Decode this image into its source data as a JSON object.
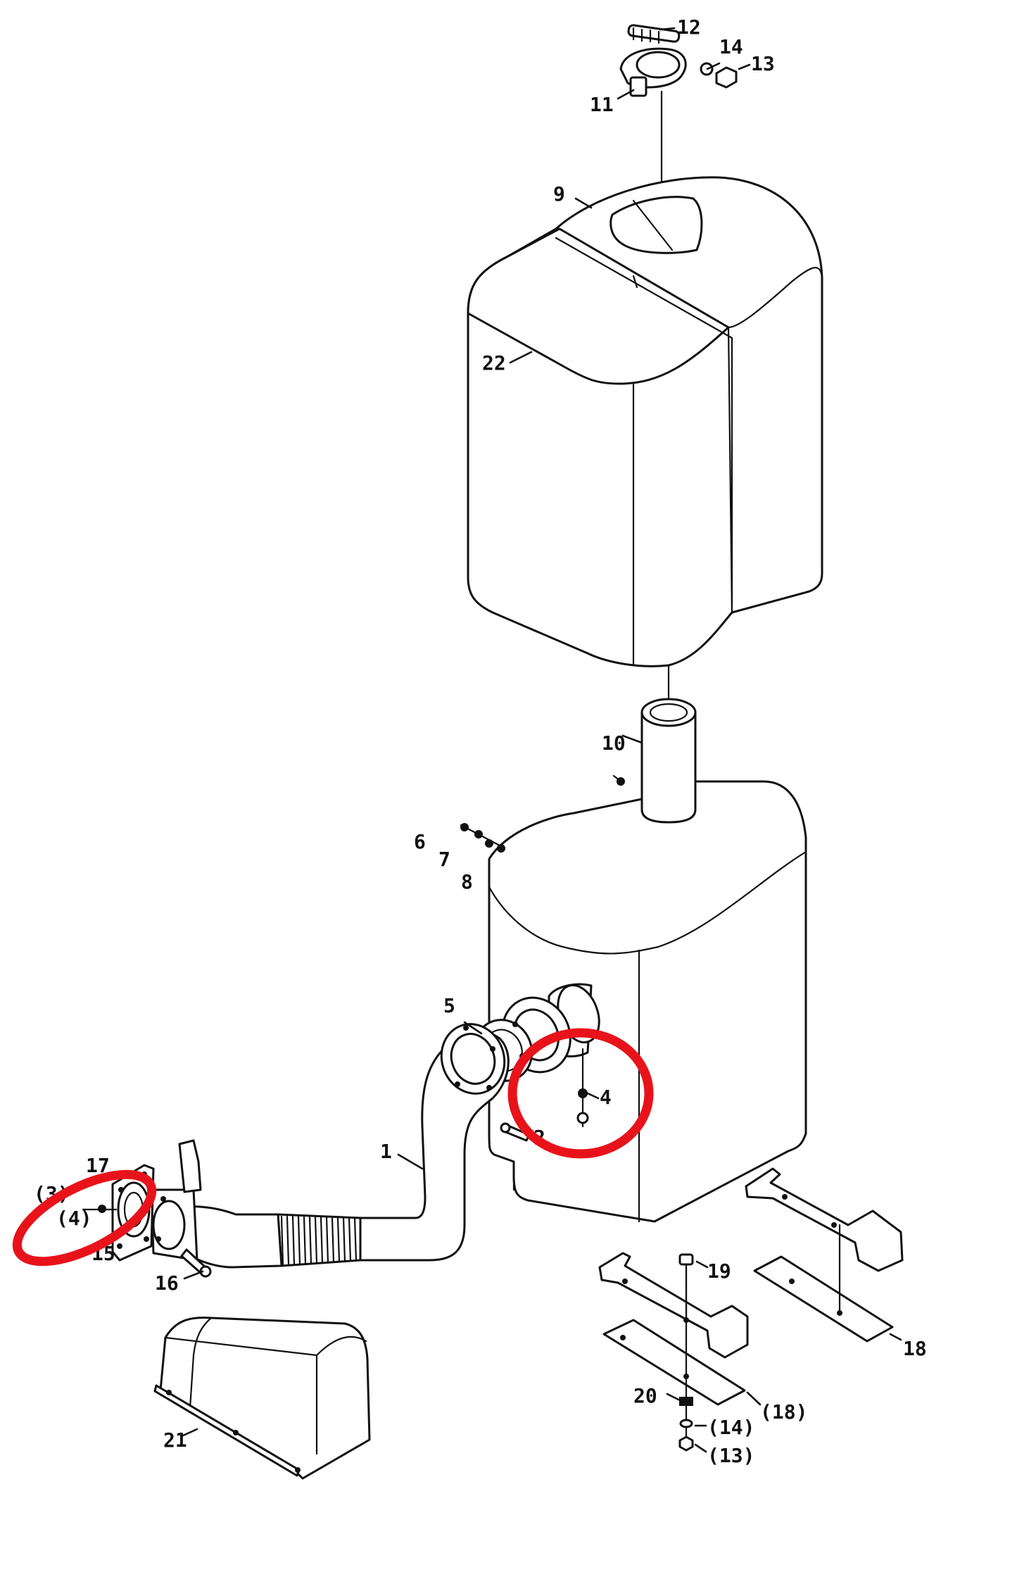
{
  "callouts": {
    "c1": "1",
    "c2": "2",
    "c4": "4",
    "c4ref": "(4)",
    "c5": "5",
    "c6": "6",
    "c7": "7",
    "c8": "8",
    "c9": "9",
    "c10": "10",
    "c11": "11",
    "c12": "12",
    "c13": "13",
    "c13ref": "(13)",
    "c14": "14",
    "c14ref": "(14)",
    "c15": "15",
    "c16": "16",
    "c17": "17",
    "c18": "18",
    "c18ref": "(18)",
    "c19": "19",
    "c20": "20",
    "c21": "21",
    "c22": "22",
    "c3ref": "(3)"
  },
  "highlight_color": "#e8131a",
  "line_color": "#111111",
  "background_color": "#ffffff"
}
